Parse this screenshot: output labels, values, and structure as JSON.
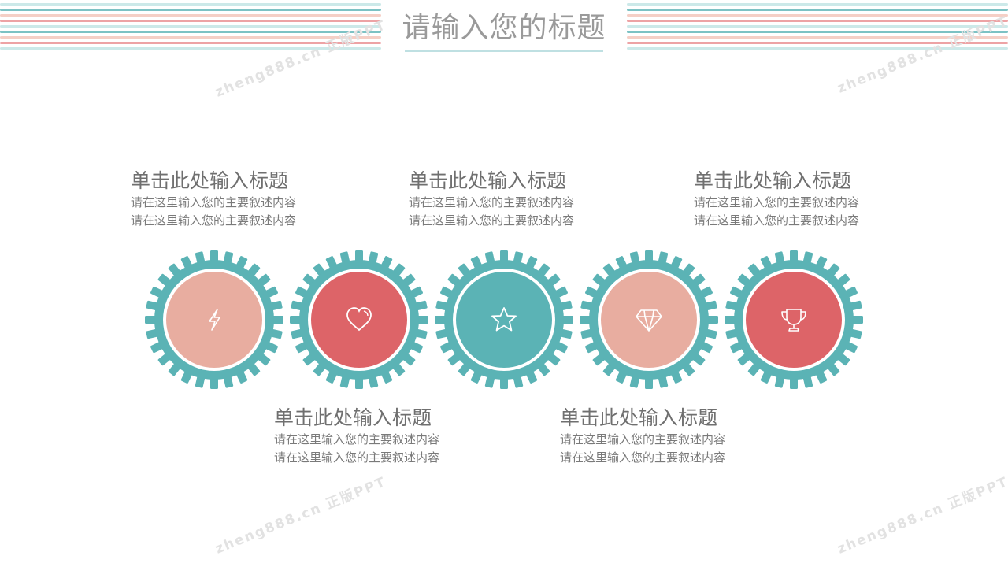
{
  "header": {
    "title": "请输入您的标题"
  },
  "colors": {
    "teal": "#5bb3b5",
    "pink": "#e8ada0",
    "red": "#dd6468",
    "stripe_pink": "#f2c3b8",
    "stripe_red": "#e98c8e",
    "stripe_light": "#bfe3e4"
  },
  "top_items": [
    {
      "title": "单击此处输入标题",
      "line1": "请在这里输入您的主要叙述内容",
      "line2": "请在这里输入您的主要叙述内容"
    },
    {
      "title": "单击此处输入标题",
      "line1": "请在这里输入您的主要叙述内容",
      "line2": "请在这里输入您的主要叙述内容"
    },
    {
      "title": "单击此处输入标题",
      "line1": "请在这里输入您的主要叙述内容",
      "line2": "请在这里输入您的主要叙述内容"
    }
  ],
  "bottom_items": [
    {
      "title": "单击此处输入标题",
      "line1": "请在这里输入您的主要叙述内容",
      "line2": "请在这里输入您的主要叙述内容"
    },
    {
      "title": "单击此处输入标题",
      "line1": "请在这里输入您的主要叙述内容",
      "line2": "请在这里输入您的主要叙述内容"
    }
  ],
  "gears": [
    {
      "icon": "lightning-icon",
      "fill": "#e8ada0"
    },
    {
      "icon": "heart-icon",
      "fill": "#dd6468"
    },
    {
      "icon": "star-icon",
      "fill": "#5bb3b5"
    },
    {
      "icon": "diamond-icon",
      "fill": "#e8ada0"
    },
    {
      "icon": "trophy-icon",
      "fill": "#dd6468"
    }
  ],
  "watermark": "zheng888.cn 正版PPT"
}
